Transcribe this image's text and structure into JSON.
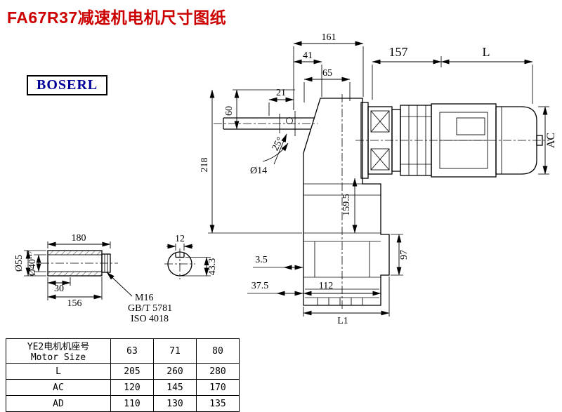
{
  "page": {
    "title": "FA67R37减速机电机尺寸图纸",
    "logo": "BOSERL"
  },
  "colors": {
    "title_red": "#cc0000",
    "logo_blue": "#000099",
    "line_black": "#000000",
    "background": "#ffffff"
  },
  "drawing": {
    "main": {
      "d161": "161",
      "d41": "41",
      "d65": "65",
      "d21": "21",
      "d157": "157",
      "dL": "L",
      "d60": "60",
      "d218": "218",
      "d14": "Ø14",
      "angle25": "25°",
      "dAC": "AC",
      "d159_5": "159.5",
      "d97": "97",
      "d3_5": "3.5",
      "d37_5": "37.5",
      "d112": "112",
      "dL1": "L1"
    },
    "shaft": {
      "d180": "180",
      "d55": "Ø55",
      "d40": "Ø40",
      "d40_tol": "H7",
      "d30": "30",
      "d156": "156",
      "thread": "M16",
      "std_gb": "GB/T 5781",
      "std_iso": "ISO 4018"
    },
    "section": {
      "d12": "12",
      "d43_3": "43.3"
    }
  },
  "table": {
    "header": {
      "label_cn": "YE2电机机座号",
      "label_en": "Motor Size",
      "sizes": [
        "63",
        "71",
        "80"
      ]
    },
    "rows": [
      {
        "label": "L",
        "values": [
          "205",
          "260",
          "280"
        ]
      },
      {
        "label": "AC",
        "values": [
          "120",
          "145",
          "170"
        ]
      },
      {
        "label": "AD",
        "values": [
          "110",
          "130",
          "135"
        ]
      }
    ]
  }
}
